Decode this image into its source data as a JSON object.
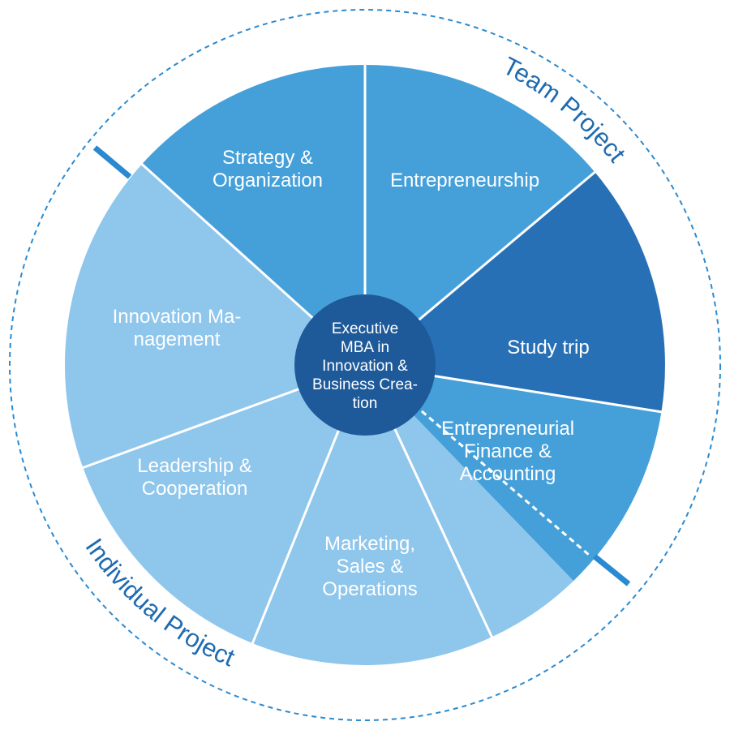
{
  "colors": {
    "light": "#8fc6ec",
    "mid": "#45a0da",
    "dark": "#2870b6",
    "hub": "#1e5a9a",
    "ring": "#2a8ad1",
    "arc_text": "#1f6bb0"
  },
  "center": {
    "lines": [
      "Executive",
      "MBA in",
      "Innovation &",
      "Business Crea-",
      "tion"
    ]
  },
  "segments": [
    {
      "id": "strategy",
      "lines": [
        "Strategy &",
        "Organization"
      ],
      "shade": "mid"
    },
    {
      "id": "entrepreneurship",
      "lines": [
        "Entrepreneurship"
      ],
      "shade": "mid"
    },
    {
      "id": "study-trip",
      "lines": [
        "Study trip"
      ],
      "shade": "dark"
    },
    {
      "id": "finance",
      "lines": [
        "Entrepreneurial",
        "Finance &",
        "Accounting"
      ],
      "shade": "mid"
    },
    {
      "id": "finance-lower",
      "lines": [],
      "shade": "light"
    },
    {
      "id": "marketing",
      "lines": [
        "Marketing,",
        "Sales &",
        "Operations"
      ],
      "shade": "light"
    },
    {
      "id": "leadership",
      "lines": [
        "Leadership &",
        "Cooperation"
      ],
      "shade": "light"
    },
    {
      "id": "innovation",
      "lines": [
        "Innovation Ma-",
        "nagement"
      ],
      "shade": "light"
    }
  ],
  "ring_labels": {
    "team": "Team Project",
    "individual": "Individual Project"
  },
  "icons": {
    "divider": "divider-bar",
    "ring": "dashed-ring"
  }
}
